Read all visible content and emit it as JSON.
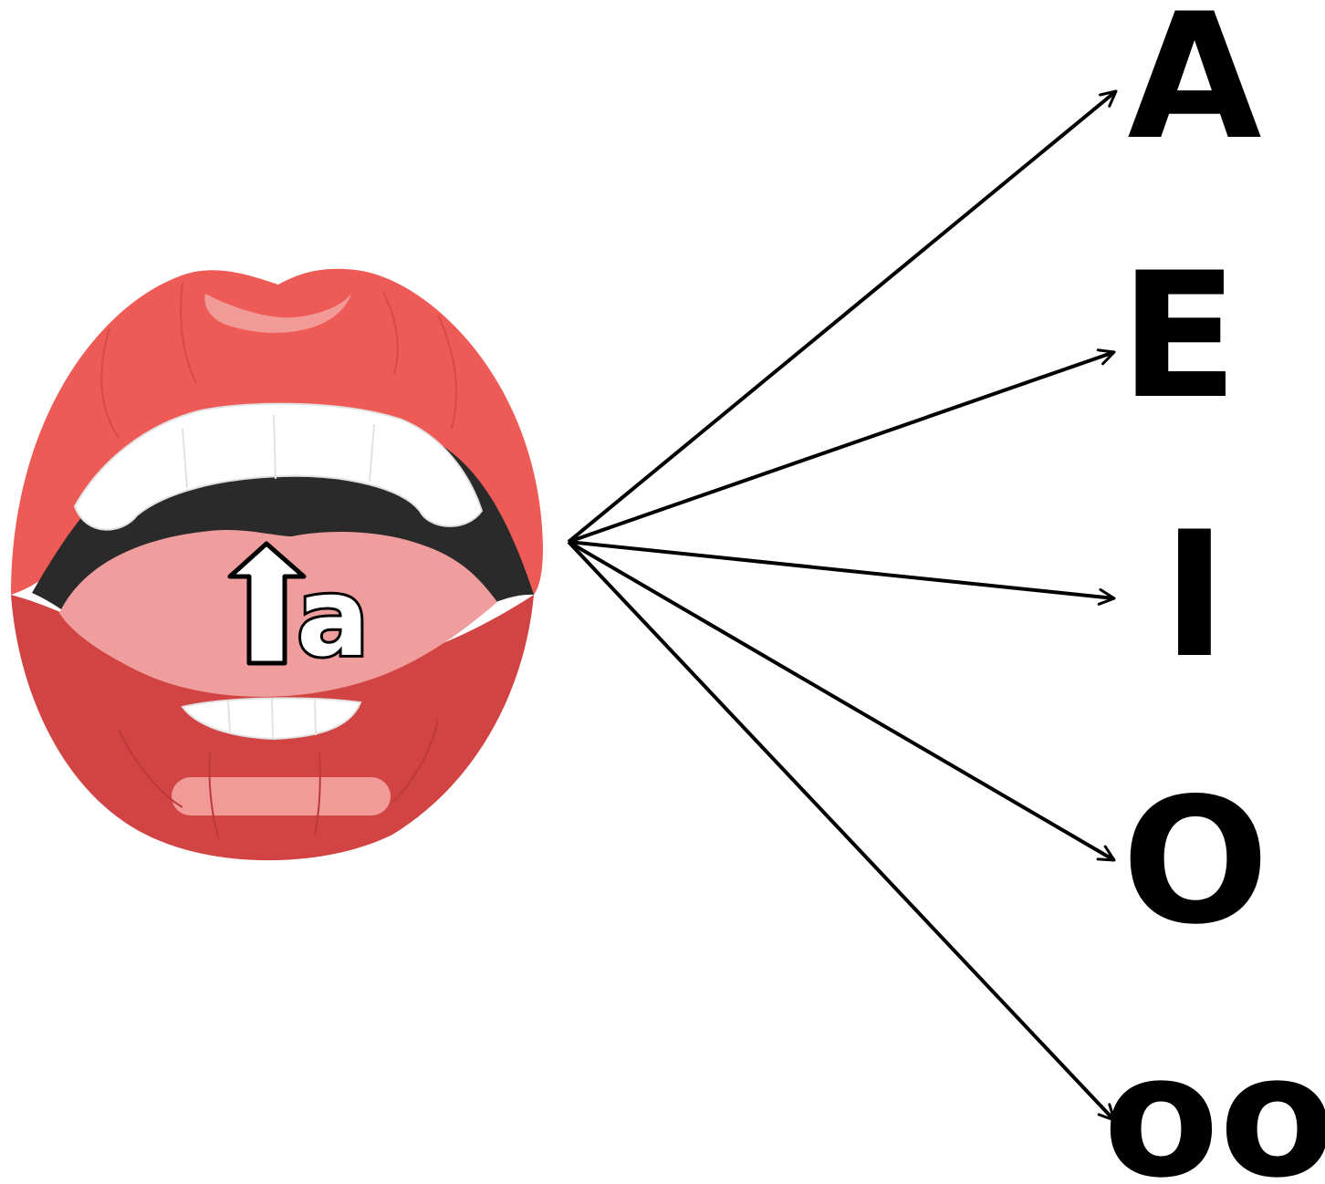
{
  "mouth": {
    "label": "a",
    "colors": {
      "upper_lip": "#ee5a55",
      "lower_lip": "#d24444",
      "lip_highlight": "#f29a98",
      "mouth_cavity": "#2b2a2a",
      "tongue": "#ef9e9d",
      "teeth": "#ffffff"
    }
  },
  "vowels": [
    {
      "label": "A"
    },
    {
      "label": "E"
    },
    {
      "label": "I"
    },
    {
      "label": "O"
    },
    {
      "label": "oo"
    }
  ],
  "arrow_color": "#000000"
}
